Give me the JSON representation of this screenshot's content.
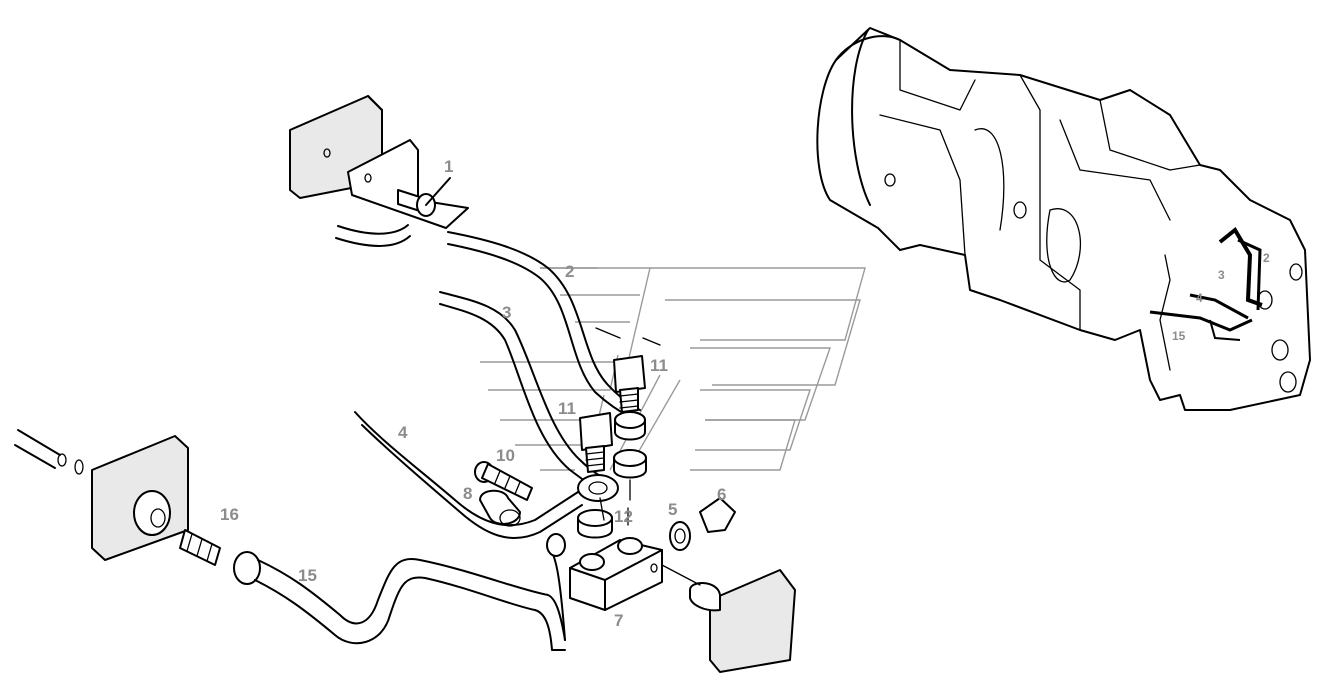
{
  "colors": {
    "line": "#000000",
    "label": "#8c8c8c",
    "watermark": "#9a9a9a",
    "background": "#ffffff"
  },
  "labels": {
    "n1": "1",
    "n2": "2",
    "n3": "3",
    "n4": "4",
    "n5": "5",
    "n6": "6",
    "n7": "7",
    "n8": "8",
    "n10": "10",
    "n11a": "11",
    "n11b": "11",
    "n12": "12",
    "n15": "15",
    "n16": "16"
  },
  "inset_labels": {
    "n2": "2",
    "n3": "3",
    "n4": "4",
    "n15": "15"
  }
}
